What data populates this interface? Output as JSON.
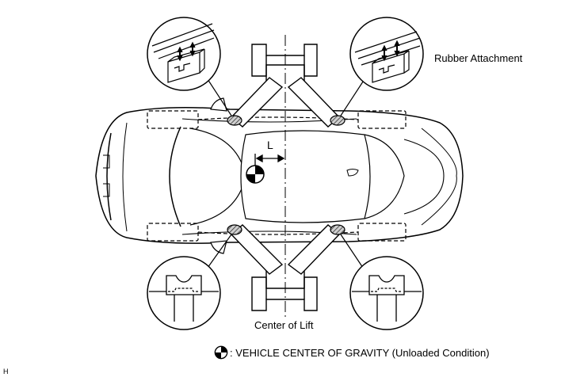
{
  "labels": {
    "rubber_attachment": "Rubber Attachment",
    "center_of_lift": "Center of Lift",
    "distance_marker": "L",
    "legend_text": ": VEHICLE CENTER OF GRAVITY (Unloaded Condition)",
    "figure_code": "H"
  },
  "icons": {
    "center_of_gravity": "center-of-gravity-icon",
    "rubber_attachment_detail": "rubber-attachment-detail-icon",
    "lift_arm_pad": "lift-arm-pad-icon"
  },
  "colors": {
    "line": "#000000",
    "background": "#ffffff",
    "pad_hatch": "#555555"
  }
}
